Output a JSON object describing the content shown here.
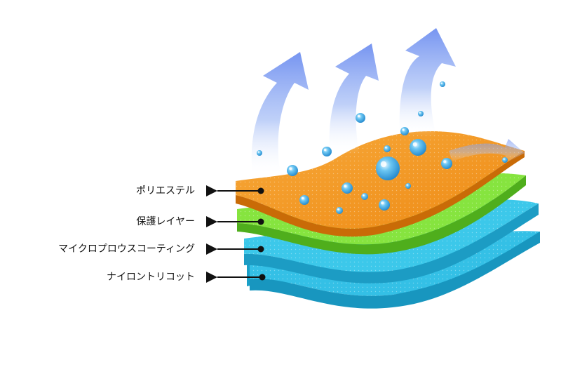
{
  "layers": [
    {
      "label": "ポリエステル",
      "color": "#f29a24"
    },
    {
      "label": "保護レイヤー",
      "color": "#7fe03a"
    },
    {
      "label": "マイクロプロウスコーティング",
      "color": "#38c4e6"
    },
    {
      "label": "ナイロントリコット",
      "color": "#2db8e0"
    }
  ],
  "colors": {
    "arrow_vapor": "#6f97f0",
    "droplet": "#3aa8e6",
    "pointer": "#111111"
  },
  "icons": [
    "vapor-arrow-icon",
    "water-droplet-icon",
    "pointer-arrow-icon"
  ]
}
